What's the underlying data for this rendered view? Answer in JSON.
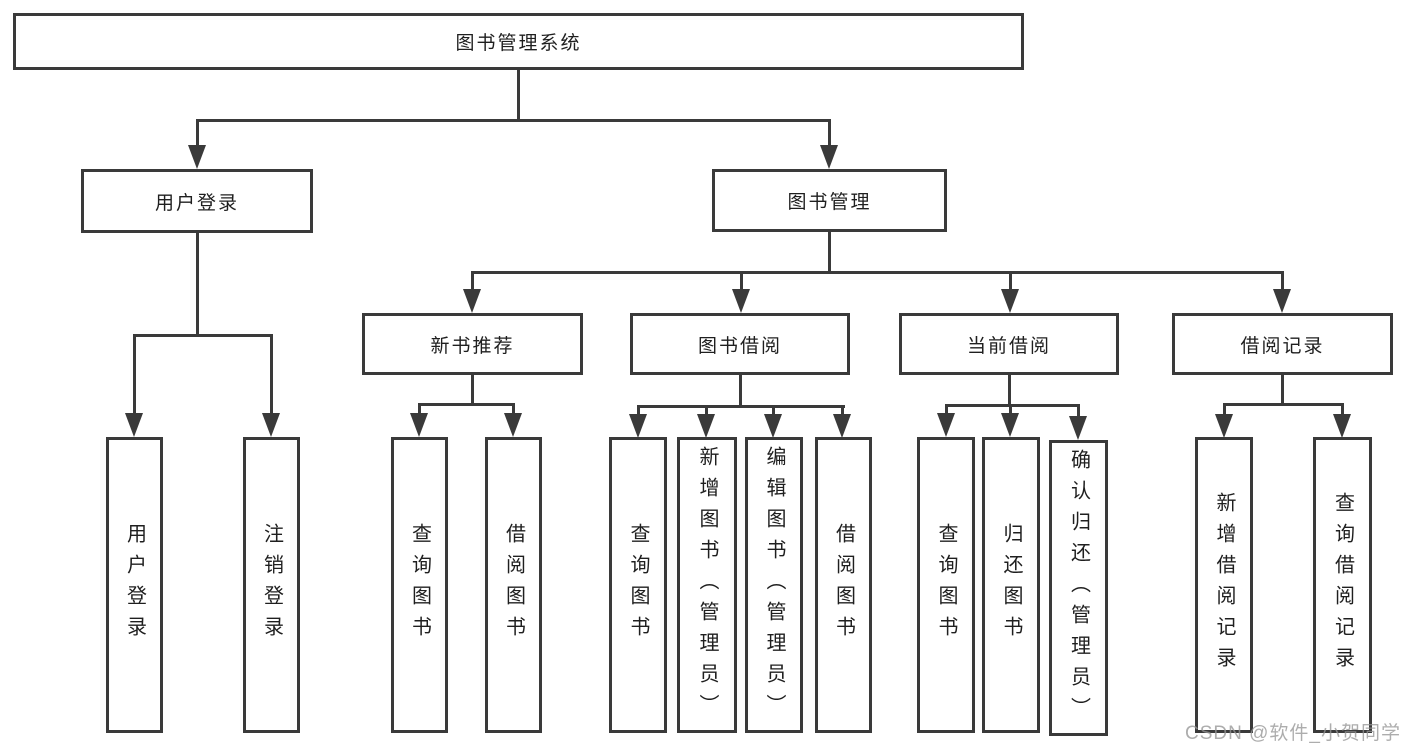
{
  "tree": {
    "root": {
      "label": "图书管理系统"
    },
    "user_login": {
      "label": "用户登录",
      "children": [
        {
          "label": "用户登录"
        },
        {
          "label": "注销登录"
        }
      ]
    },
    "book_mgmt": {
      "label": "图书管理"
    },
    "new_books": {
      "label": "新书推荐",
      "children": [
        {
          "label": "查询图书"
        },
        {
          "label": "借阅图书"
        }
      ]
    },
    "book_borrow": {
      "label": "图书借阅",
      "children": [
        {
          "label": "查询图书"
        },
        {
          "label": "新增图书（管理员）"
        },
        {
          "label": "编辑图书（管理员）"
        },
        {
          "label": "借阅图书"
        }
      ]
    },
    "current_borrow": {
      "label": "当前借阅",
      "children": [
        {
          "label": "查询图书"
        },
        {
          "label": "归还图书"
        },
        {
          "label": "确认归还（管理员）"
        }
      ]
    },
    "borrow_records": {
      "label": "借阅记录",
      "children": [
        {
          "label": "新增借阅记录"
        },
        {
          "label": "查询借阅记录"
        }
      ]
    }
  },
  "watermark": "CSDN @软件_小贺同学",
  "colors": {
    "line": "#3a3a3a",
    "text": "#1f1f1f",
    "watermark_gray": "#969696",
    "background": "#ffffff"
  }
}
